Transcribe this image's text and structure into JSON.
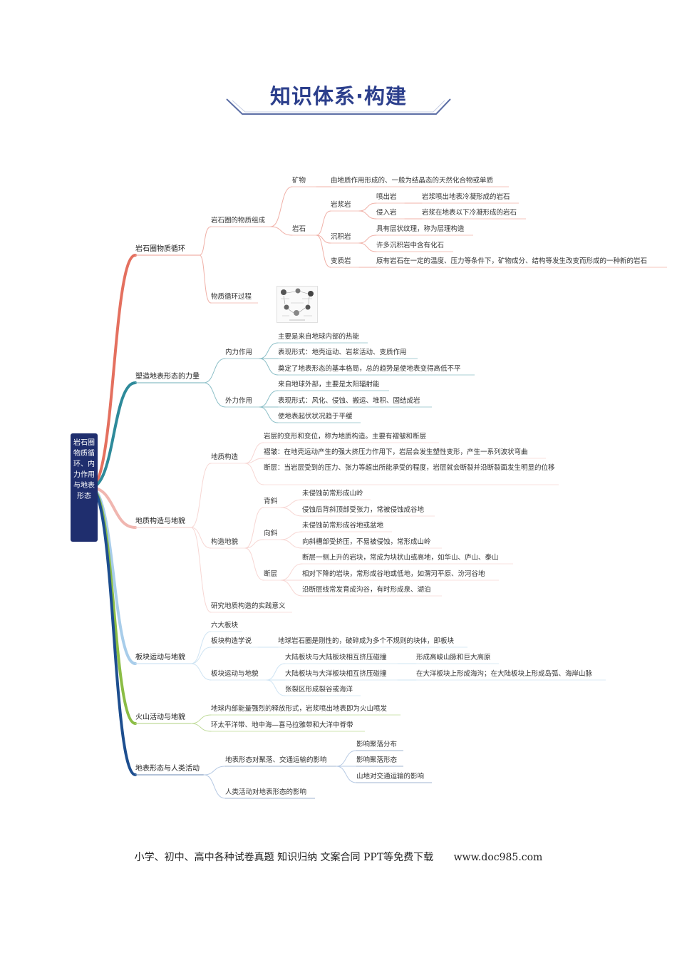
{
  "header": {
    "title": "知识体系·构建"
  },
  "root": {
    "label": "岩石圈物质循环、内力作用与地表形态"
  },
  "branches": [
    {
      "label": "岩石圈物质循环",
      "color": "#e4705f",
      "children": [
        {
          "label": "岩石圈的物质组成",
          "children": [
            {
              "label": "矿物",
              "children": [
                {
                  "label": "由地质作用形成的、一般为结晶态的天然化合物或单质"
                }
              ]
            },
            {
              "label": "岩石",
              "children": [
                {
                  "label": "岩浆岩",
                  "children": [
                    {
                      "label": "喷出岩",
                      "children": [
                        {
                          "label": "岩浆喷出地表冷凝形成的岩石"
                        }
                      ]
                    },
                    {
                      "label": "侵入岩",
                      "children": [
                        {
                          "label": "岩浆在地表以下冷凝形成的岩石"
                        }
                      ]
                    }
                  ]
                },
                {
                  "label": "沉积岩",
                  "children": [
                    {
                      "label": "具有层状纹理，称为层理构造"
                    },
                    {
                      "label": "许多沉积岩中含有化石"
                    }
                  ]
                },
                {
                  "label": "变质岩",
                  "children": [
                    {
                      "label": "原有岩石在一定的温度、压力等条件下，矿物成分、结构等发生改变而形成的一种新的岩石"
                    }
                  ]
                }
              ]
            }
          ]
        },
        {
          "label": "物质循环过程"
        }
      ]
    },
    {
      "label": "塑造地表形态的力量",
      "color": "#2e8a9a",
      "children": [
        {
          "label": "内力作用",
          "children": [
            {
              "label": "主要是来自地球内部的热能"
            },
            {
              "label": "表现形式：地壳运动、岩浆活动、变质作用"
            },
            {
              "label": "奠定了地表形态的基本格局，总的趋势是使地表变得高低不平"
            }
          ]
        },
        {
          "label": "外力作用",
          "children": [
            {
              "label": "来自地球外部，主要是太阳辐射能"
            },
            {
              "label": "表现形式：风化、侵蚀、搬运、堆积、固结成岩"
            },
            {
              "label": "使地表起伏状况趋于平缓"
            }
          ]
        }
      ]
    },
    {
      "label": "地质构造与地貌",
      "color": "#f0b6b0",
      "children": [
        {
          "label": "地质构造",
          "children": [
            {
              "label": "岩层的变形和变位，称为地质构造。主要有褶皱和断层"
            },
            {
              "label": "褶皱：在地壳运动产生的强大挤压力作用下，岩层会发生塑性变形，产生一系列波状弯曲"
            },
            {
              "label": "断层：当岩层受到的压力、张力等超出所能承受的程度，岩层就会断裂并沿断裂面发生明显的位移"
            }
          ]
        },
        {
          "label": "构造地貌",
          "children": [
            {
              "label": "背斜",
              "children": [
                {
                  "label": "未侵蚀前常形成山岭"
                },
                {
                  "label": "侵蚀后背斜顶部受张力，常被侵蚀成谷地"
                }
              ]
            },
            {
              "label": "向斜",
              "children": [
                {
                  "label": "未侵蚀前常形成谷地或盆地"
                },
                {
                  "label": "向斜槽部受挤压，不易被侵蚀，常形成山岭"
                }
              ]
            },
            {
              "label": "断层",
              "children": [
                {
                  "label": "断层一侧上升的岩块，常成为块状山或高地，如华山、庐山、泰山"
                },
                {
                  "label": "相对下降的岩块，常形成谷地或低地，如渭河平原、汾河谷地"
                },
                {
                  "label": "沿断层线常发育成沟谷，有时形成泉、湖泊"
                }
              ]
            }
          ]
        },
        {
          "label": "研究地质构造的实践意义"
        }
      ]
    },
    {
      "label": "板块运动与地貌",
      "color": "#a8cdea",
      "children": [
        {
          "label": "六大板块"
        },
        {
          "label": "板块构造学说",
          "children": [
            {
              "label": "地球岩石圈是刚性的，破碎成为多个不规则的块体，即板块"
            }
          ]
        },
        {
          "label": "板块运动与地貌",
          "children": [
            {
              "label": "大陆板块与大陆板块相互挤压碰撞",
              "children": [
                {
                  "label": "形成高峻山脉和巨大高原"
                }
              ]
            },
            {
              "label": "大陆板块与大洋板块相互挤压碰撞",
              "children": [
                {
                  "label": "在大洋板块上形成海沟；在大陆板块上形成岛弧、海岸山脉"
                }
              ]
            },
            {
              "label": "张裂区形成裂谷或海洋"
            }
          ]
        }
      ]
    },
    {
      "label": "火山活动与地貌",
      "color": "#8bbd45",
      "children": [
        {
          "label": "地球内部能量强烈的释放形式，岩浆喷出地表即为火山喷发"
        },
        {
          "label": "环太平洋带、地中海—喜马拉雅带和大洋中脊带"
        }
      ]
    },
    {
      "label": "地表形态与人类活动",
      "color": "#1d4e8f",
      "children": [
        {
          "label": "地表形态对聚落、交通运输的影响",
          "children": [
            {
              "label": "影响聚落分布"
            },
            {
              "label": "影响聚落形态"
            },
            {
              "label": "山地对交通运输的影响"
            }
          ]
        },
        {
          "label": "人类活动对地表形态的影响"
        }
      ]
    }
  ],
  "footer": {
    "text": "小学、初中、高中各种试卷真题  知识归纳  文案合同  PPT等免费下载",
    "site": "www.doc985.com"
  }
}
